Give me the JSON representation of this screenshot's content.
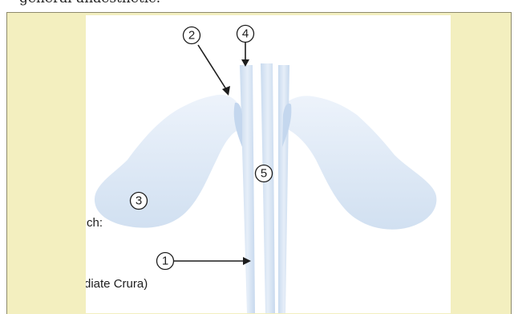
{
  "caption": "general anaesthetic.",
  "diagram": {
    "colors": {
      "panel_background": "#f3efbf",
      "structure_fill": "#dce8f5",
      "structure_shade": "#b8cde6",
      "line": "#1d1d1d"
    },
    "markers": [
      "1",
      "2",
      "3",
      "4",
      "5"
    ],
    "partial_labels": [
      "ch:",
      "diate Crura)"
    ]
  }
}
